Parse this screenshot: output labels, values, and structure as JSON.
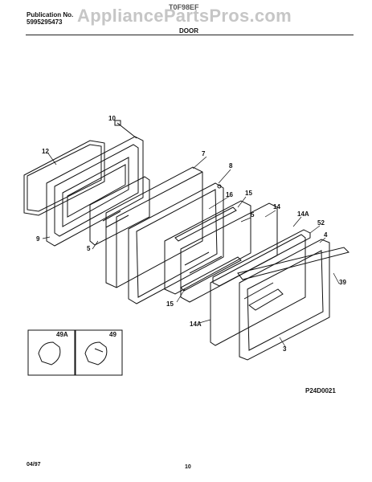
{
  "header": {
    "publication_label": "Publication No.",
    "publication_number": "5995295473",
    "watermark": "AppliancePartsPros.com",
    "model_fragment": "T0F98EF",
    "section_title": "DOOR"
  },
  "callouts": {
    "p10": "10",
    "p12": "12",
    "p7": "7",
    "p8": "8",
    "p9": "9",
    "p5a": "5",
    "p16": "16",
    "p15a": "15",
    "p5b": "5",
    "p14": "14",
    "p14a_top": "14A",
    "p52": "52",
    "p4": "4",
    "p39": "39",
    "p15b": "15",
    "p14a_bottom": "14A",
    "p3": "3",
    "p49a": "49A",
    "p49": "49"
  },
  "diagram_code": "P24D0021",
  "footer": {
    "date": "04/97",
    "page": "10"
  }
}
